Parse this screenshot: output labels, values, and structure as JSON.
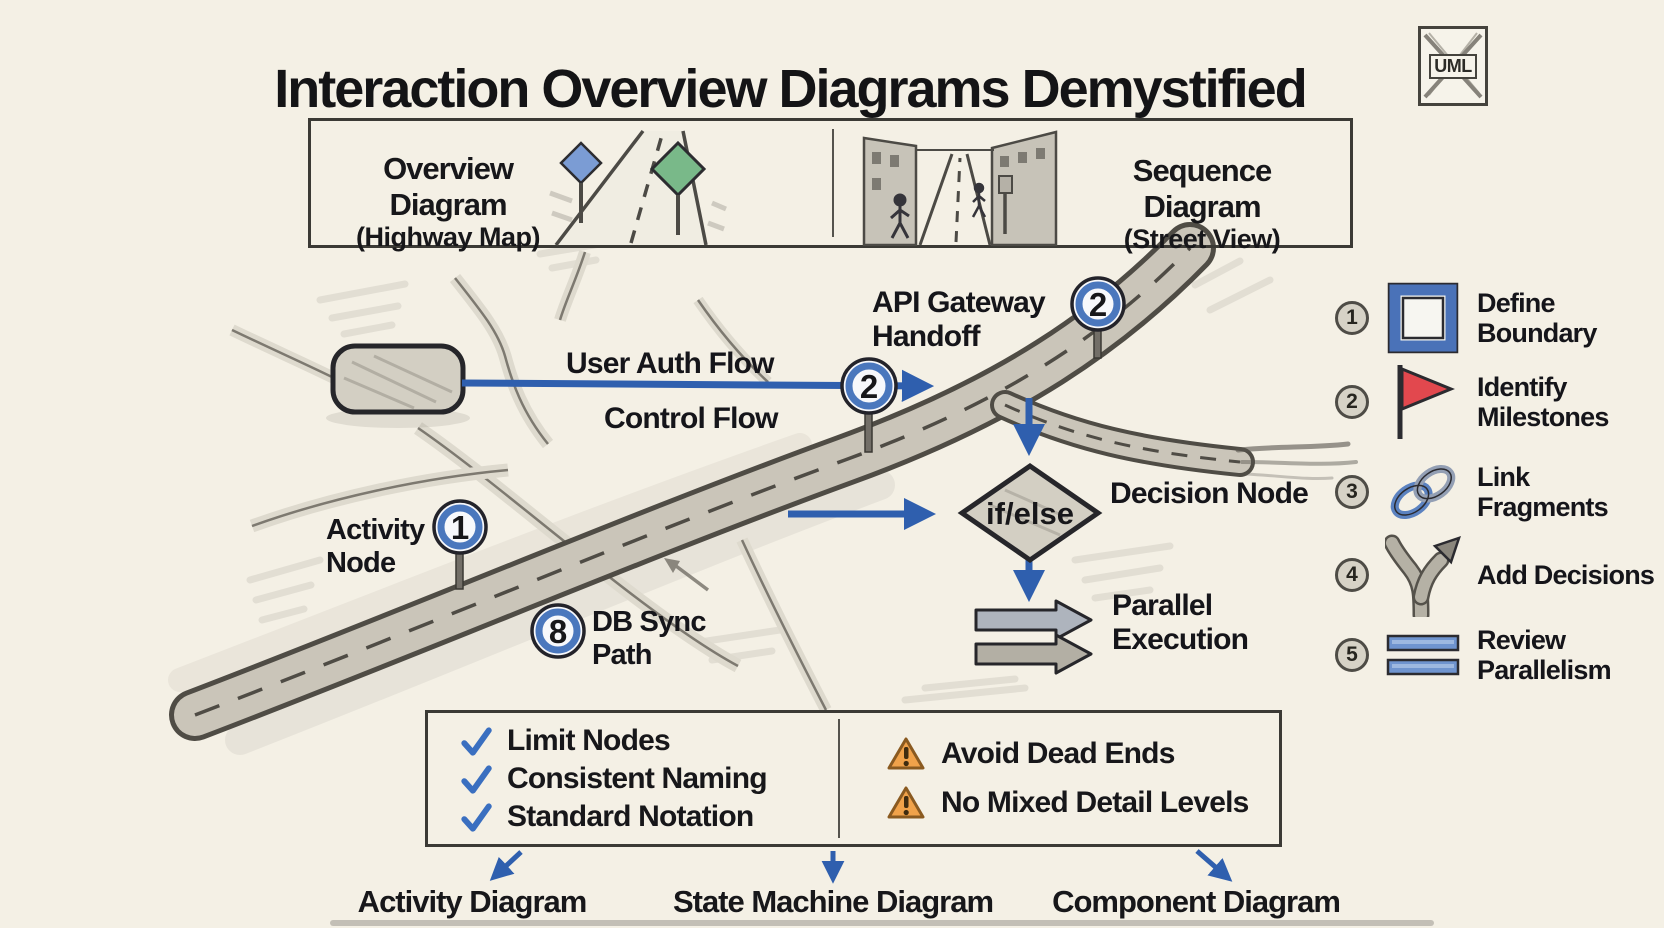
{
  "title": "Interaction Overview Diagrams Demystified",
  "badge": {
    "label": "UML"
  },
  "comparison": {
    "left": {
      "title": "Overview Diagram",
      "subtitle": "(Highway Map)"
    },
    "right": {
      "title": "Sequence Diagram",
      "subtitle": "(Street View)"
    }
  },
  "map": {
    "labels": {
      "user_auth_flow": "User Auth Flow",
      "control_flow": "Control Flow",
      "api_gateway_handoff": "API Gateway\nHandoff",
      "activity_node": "Activity\nNode",
      "db_sync_path": "DB Sync\nPath",
      "decision_node": "Decision Node",
      "parallel_execution": "Parallel\nExecution",
      "if_else": "if/else"
    },
    "pins": {
      "auth_flow": "2",
      "gateway": "2",
      "activity": "1",
      "db_sync": "8"
    }
  },
  "steps": [
    {
      "num": "1",
      "icon": "boundary-square-icon",
      "label": "Define\nBoundary"
    },
    {
      "num": "2",
      "icon": "red-flag-icon",
      "label": "Identify\nMilestones"
    },
    {
      "num": "3",
      "icon": "chain-links-icon",
      "label": "Link\nFragments"
    },
    {
      "num": "4",
      "icon": "fork-road-icon",
      "label": "Add Decisions"
    },
    {
      "num": "5",
      "icon": "parallel-bars-icon",
      "label": "Review\nParallelism"
    }
  ],
  "best_practices": {
    "items": [
      {
        "label": "Limit Nodes"
      },
      {
        "label": "Consistent Naming"
      },
      {
        "label": "Standard Notation"
      }
    ]
  },
  "warnings": {
    "items": [
      {
        "label": "Avoid Dead Ends"
      },
      {
        "label": "No Mixed Detail Levels"
      }
    ]
  },
  "related": {
    "items": [
      {
        "label": "Activity Diagram"
      },
      {
        "label": "State Machine Diagram"
      },
      {
        "label": "Component Diagram"
      }
    ]
  },
  "colors": {
    "background": "#f4f0e5",
    "ink": "#17171a",
    "accent_blue": "#2f5fae",
    "pin_ring_blue": "#4a77bd",
    "road_fill": "#cac5b9",
    "road_edge": "#4f4c45",
    "flag_red": "#e2484e",
    "warning_orange": "#f0a24a",
    "sign_green": "#79b989",
    "sign_blue": "#7b9cd4"
  }
}
